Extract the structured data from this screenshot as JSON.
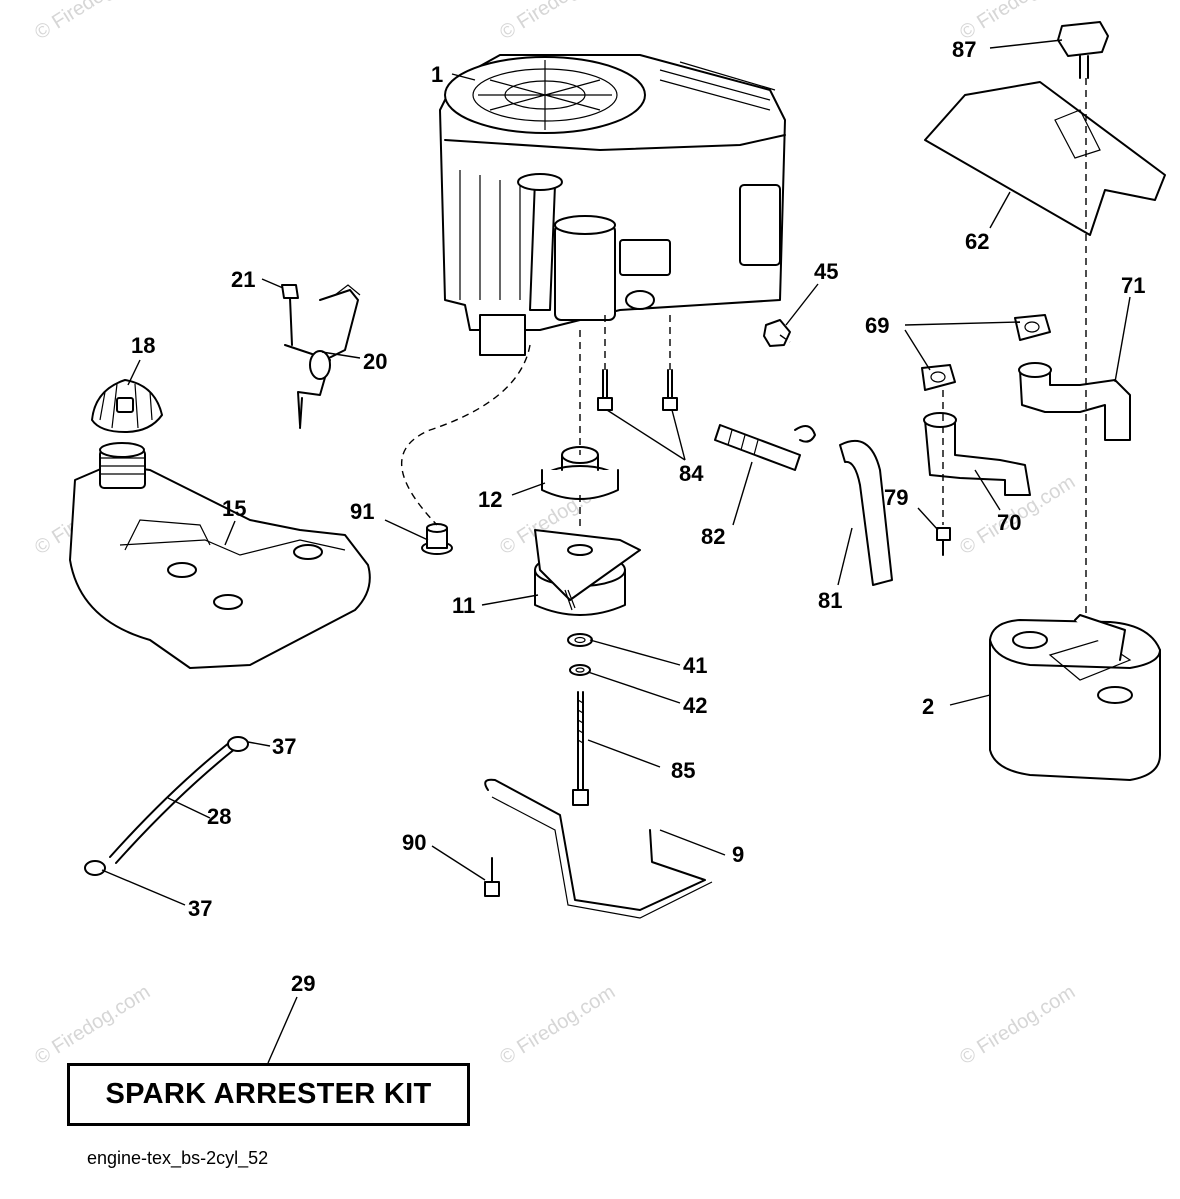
{
  "watermark": "© Firedog.com",
  "callouts": {
    "c1": "1",
    "c2": "2",
    "c9": "9",
    "c11": "11",
    "c12": "12",
    "c15": "15",
    "c18": "18",
    "c20": "20",
    "c21": "21",
    "c28": "28",
    "c29": "29",
    "c37a": "37",
    "c37b": "37",
    "c41": "41",
    "c42": "42",
    "c45": "45",
    "c62": "62",
    "c69": "69",
    "c70": "70",
    "c71": "71",
    "c79": "79",
    "c81": "81",
    "c82": "82",
    "c84": "84",
    "c85": "85",
    "c87": "87",
    "c90": "90",
    "c91": "91"
  },
  "kit_label": "SPARK ARRESTER KIT",
  "caption": "engine-tex_bs-2cyl_52"
}
